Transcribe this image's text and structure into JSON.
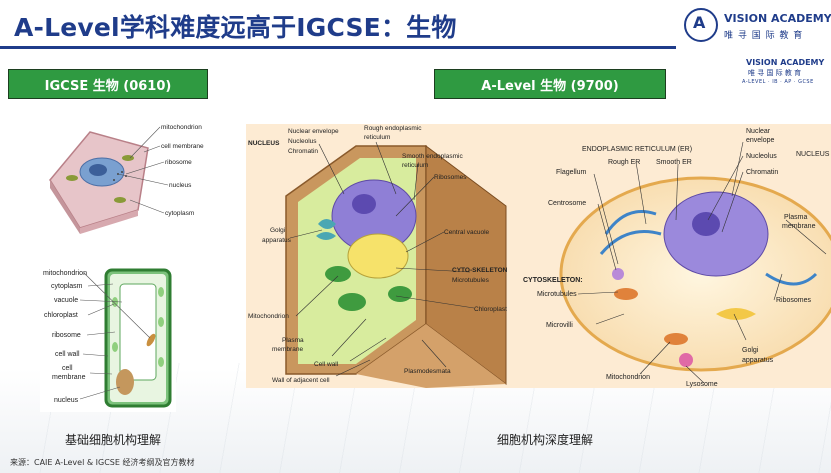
{
  "slide": {
    "title": "A-Level学科难度远高于IGCSE：生物",
    "source_note": "来源：CAIE A-Level & IGCSE 经济考纲及官方教材"
  },
  "logo": {
    "brand": "VISION ACADEMY",
    "brand_cn": "唯 寻 国 际 教 育",
    "brand_small": "VISION ACADEMY",
    "brand_small_cn": "唯 寻 国 际 教 育",
    "tagline": "A-LEVEL · IB · AP · GCSE"
  },
  "left": {
    "heading": "IGCSE 生物 (0610)",
    "caption": "基础细胞机构理解",
    "animal_cell_labels": [
      "mitochondrion",
      "cell membrane",
      "ribosome",
      "nucleus",
      "cytoplasm"
    ],
    "plant_cell_labels": [
      "mitochondrion",
      "cytoplasm",
      "vacuole",
      "chloroplast",
      "ribosome",
      "cell wall",
      "cell",
      "membrane",
      "nucleus"
    ]
  },
  "right": {
    "heading": "A-Level 生物 (9700)",
    "caption": "细胞机构深度理解",
    "plant_cell": {
      "nucleus_group": "NUCLEUS",
      "nucleus_parts": [
        "Nuclear envelope",
        "Nucleolus",
        "Chromatin"
      ],
      "labels": [
        "Rough endoplasmic",
        "reticulum",
        "Smooth endoplasmic",
        "reticulum",
        "Ribosomes",
        "Golgi",
        "apparatus",
        "Central vacuole",
        "CYTO-SKELETON",
        "Microtubules",
        "Mitochondrion",
        "Plasma",
        "membrane",
        "Chloroplast",
        "Cell wall",
        "Plasmodesmata",
        "Wall of adjacent cell"
      ]
    },
    "animal_cell": {
      "er_group": "ENDOPLASMIC RETICULUM (ER)",
      "er_parts": [
        "Rough ER",
        "Smooth ER"
      ],
      "nucleus_group": "NUCLEUS",
      "nucleus_parts": [
        "Nuclear",
        "envelope",
        "Nucleolus",
        "Chromatin"
      ],
      "labels": [
        "Flagellum",
        "Centrosome",
        "Plasma",
        "membrane",
        "CYTOSKELETON:",
        "Microtubules",
        "Microvilli",
        "Ribosomes",
        "Golgi",
        "apparatus",
        "Mitochondrion",
        "Lysosome"
      ]
    }
  }
}
